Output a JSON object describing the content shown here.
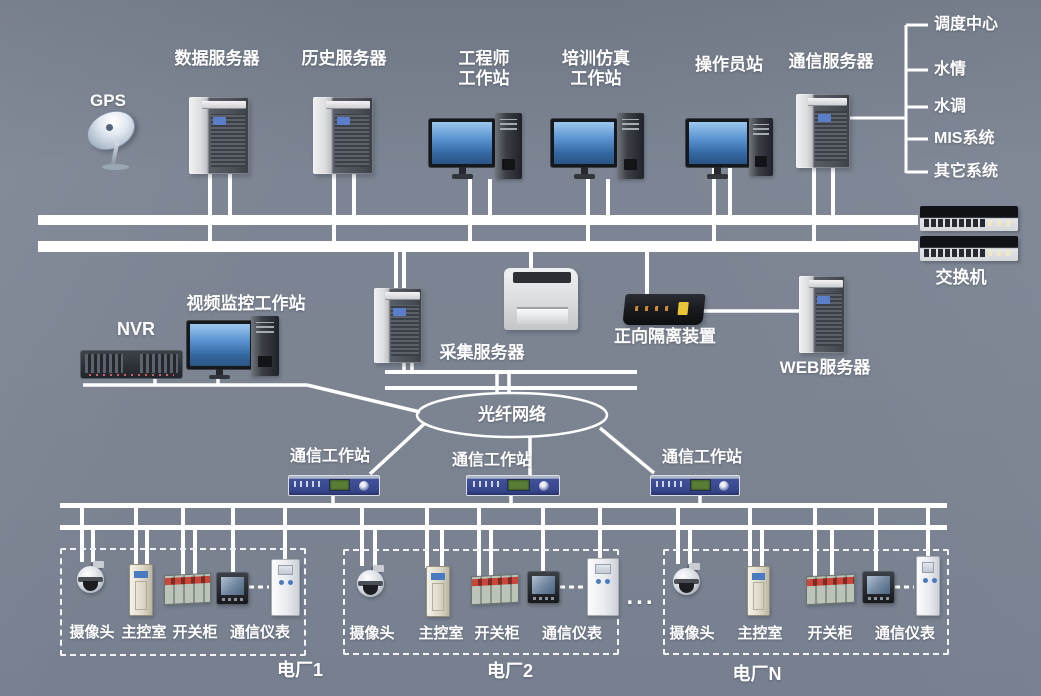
{
  "top": {
    "gps": "GPS",
    "data_server": "数据服务器",
    "history_server": "历史服务器",
    "engineer_ws": "工程师\n工作站",
    "training_ws": "培训仿真\n工作站",
    "operator_ws": "操作员站",
    "comm_server": "通信服务器"
  },
  "external": {
    "items": [
      "调度中心",
      "水情",
      "水调",
      "MIS系统",
      "其它系统"
    ]
  },
  "core": {
    "switch": "交换机",
    "nvr": "NVR",
    "video_ws": "视频监控工作站",
    "collect_server": "采集服务器",
    "isolation": "正向隔离装置",
    "web_server": "WEB服务器",
    "fiber": "光纤网络"
  },
  "comm_ws": [
    "通信工作站",
    "通信工作站",
    "通信工作站"
  ],
  "plants": [
    {
      "name": "电厂1",
      "camera": "摄像头",
      "control_room": "主控室",
      "switch_cabinet": "开关柜",
      "comm_meter": "通信仪表"
    },
    {
      "name": "电厂2",
      "camera": "摄像头",
      "control_room": "主控室",
      "switch_cabinet": "开关柜",
      "comm_meter": "通信仪表"
    },
    {
      "name": "电厂N",
      "camera": "摄像头",
      "control_room": "主控室",
      "switch_cabinet": "开关柜",
      "comm_meter": "通信仪表"
    }
  ],
  "ellipsis": "...",
  "colors": {
    "line": "#ffffff",
    "text": "#ffffff",
    "background": "#7b8391"
  }
}
